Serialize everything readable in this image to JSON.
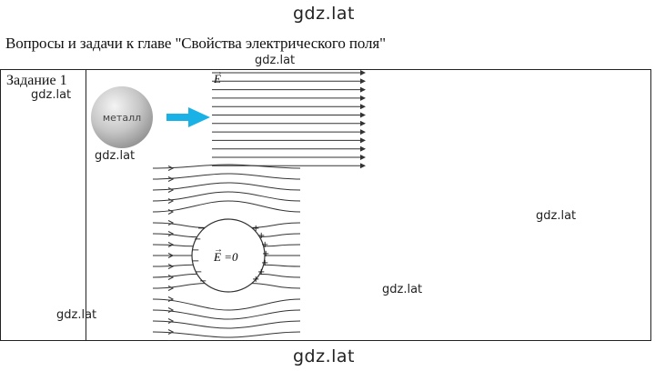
{
  "watermark": "gdz.lat",
  "heading": "Вопросы и задачи к главе \"Свойства электрического поля\"",
  "task_label": "Задание 1",
  "sphere_label": "металл",
  "field_label": "E",
  "inside_field_label": "E =0",
  "charge_minus": "−",
  "charge_plus": "+",
  "colors": {
    "arrow": "#1ab2e6",
    "lines": "#333333"
  }
}
